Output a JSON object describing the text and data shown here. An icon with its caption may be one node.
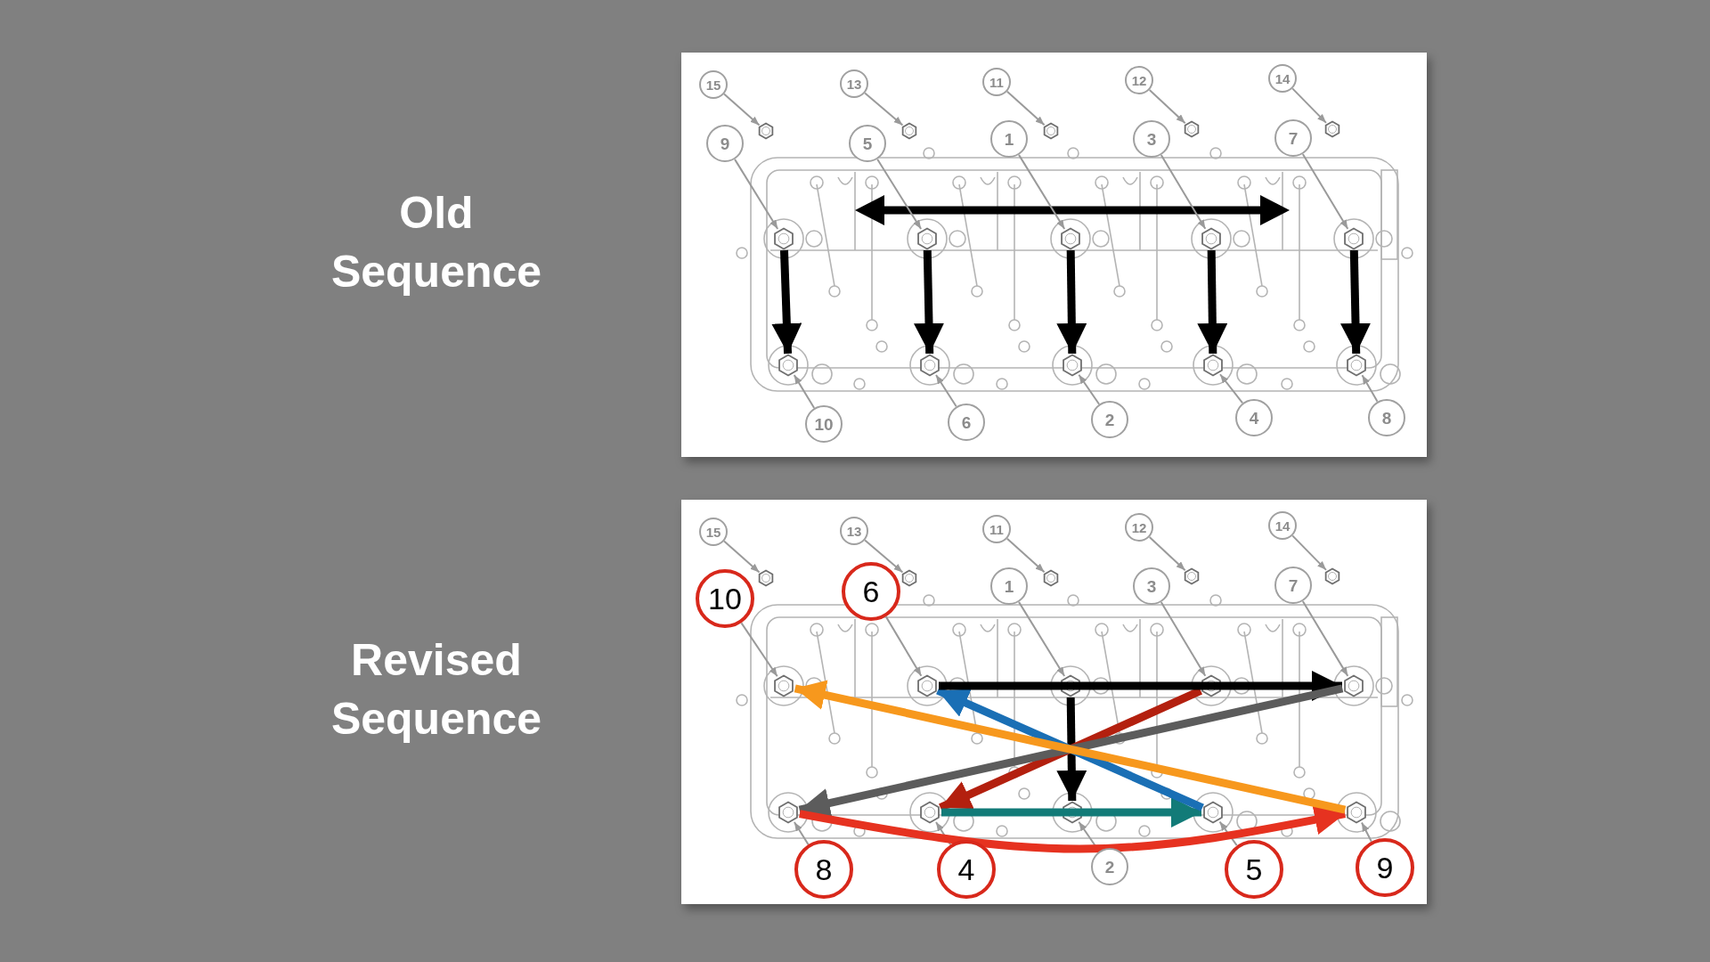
{
  "diagram": {
    "nodes": [
      {
        "text": [],
        "shape": "picture"
      },
      {
        "text": [
          "15"
        ],
        "in": 0
      },
      {
        "text": [
          "13"
        ],
        "in": 0
      },
      {
        "text": [
          "11"
        ],
        "in": 0
      },
      {
        "text": [
          "12"
        ],
        "in": 0
      },
      {
        "text": [
          "14"
        ],
        "in": 0
      },
      {
        "text": [
          "9"
        ],
        "in": 0
      },
      {
        "text": [
          "5"
        ],
        "in": 0
      },
      {
        "text": [
          "1"
        ],
        "in": 0
      },
      {
        "text": [
          "3"
        ],
        "in": 0
      },
      {
        "text": [
          "7"
        ],
        "in": 0
      },
      {
        "text": [
          "10"
        ],
        "in": 0
      },
      {
        "text": [
          "6"
        ],
        "in": 0
      },
      {
        "text": [
          "2"
        ],
        "in": 0
      },
      {
        "text": [
          "4"
        ],
        "in": 0
      },
      {
        "text": [
          "8"
        ],
        "in": 0
      },
      {
        "text": [],
        "shape": "hexagon",
        "in": 0
      },
      {
        "text": [],
        "shape": "hexagon",
        "in": 0
      },
      {
        "text": [],
        "shape": "hexagon",
        "in": 0
      },
      {
        "text": [],
        "shape": "hexagon",
        "in": 0
      },
      {
        "text": [],
        "shape": "hexagon",
        "in": 0
      },
      {
        "text": [],
        "shape": "hexagon",
        "in": 0
      },
      {
        "text": [],
        "shape": "hexagon",
        "in": 0
      },
      {
        "text": [],
        "shape": "hexagon",
        "in": 0
      },
      {
        "text": [],
        "shape": "hexagon",
        "in": 0
      },
      {
        "text": [],
        "shape": "hexagon",
        "in": 0
      },
      {
        "text": [],
        "shape": "hexagon",
        "in": 0
      },
      {
        "text": [],
        "shape": "hexagon",
        "in": 0
      },
      {
        "text": [],
        "shape": "hexagon",
        "in": 0
      },
      {
        "text": [],
        "shape": "hexagon",
        "in": 0
      },
      {
        "text": [],
        "shape": "hexagon",
        "in": 0
      },
      {
        "text": [],
        "shape": "picture"
      },
      {
        "text": [
          "15"
        ],
        "in": 31
      },
      {
        "text": [
          "13"
        ],
        "in": 31
      },
      {
        "text": [
          "11"
        ],
        "in": 31
      },
      {
        "text": [
          "12"
        ],
        "in": 31
      },
      {
        "text": [
          "14"
        ],
        "in": 31
      },
      {
        "text": [
          "10"
        ],
        "in": 31
      },
      {
        "text": [
          "6"
        ],
        "in": 31
      },
      {
        "text": [
          "1"
        ],
        "in": 31
      },
      {
        "text": [
          "3"
        ],
        "in": 31
      },
      {
        "text": [
          "7"
        ],
        "in": 31
      },
      {
        "text": [
          "8"
        ],
        "in": 31
      },
      {
        "text": [
          "4"
        ],
        "in": 31
      },
      {
        "text": [
          "2"
        ],
        "in": 31
      },
      {
        "text": [
          "5"
        ],
        "in": 31
      },
      {
        "text": [
          "9"
        ],
        "in": 31
      },
      {
        "text": [],
        "shape": "hexagon",
        "in": 31
      },
      {
        "text": [],
        "shape": "hexagon",
        "in": 31
      },
      {
        "text": [],
        "shape": "hexagon",
        "in": 31
      },
      {
        "text": [],
        "shape": "hexagon",
        "in": 31
      },
      {
        "text": [],
        "shape": "hexagon",
        "in": 31
      },
      {
        "text": [],
        "shape": "hexagon",
        "in": 31
      },
      {
        "text": [],
        "shape": "hexagon",
        "in": 31
      },
      {
        "text": [],
        "shape": "hexagon",
        "in": 31
      },
      {
        "text": [],
        "shape": "hexagon",
        "in": 31
      },
      {
        "text": [],
        "shape": "hexagon",
        "in": 31
      },
      {
        "text": [],
        "shape": "hexagon",
        "in": 31
      },
      {
        "text": [],
        "shape": "hexagon",
        "in": 31
      },
      {
        "text": [],
        "shape": "hexagon",
        "in": 31
      },
      {
        "text": [],
        "shape": "hexagon",
        "in": 31
      },
      {
        "text": [],
        "shape": "hexagon",
        "in": 31
      }
    ],
    "edges": [
      {
        "from": 1,
        "to": 16,
        "arrow": "to"
      },
      {
        "from": 2,
        "to": 17,
        "arrow": "to"
      },
      {
        "from": 3,
        "to": 18,
        "arrow": "to"
      },
      {
        "from": 4,
        "to": 19,
        "arrow": "to"
      },
      {
        "from": 5,
        "to": 20,
        "arrow": "to"
      },
      {
        "from": 6,
        "to": 21,
        "arrow": "to"
      },
      {
        "from": 7,
        "to": 22,
        "arrow": "to"
      },
      {
        "from": 8,
        "to": 23,
        "arrow": "to"
      },
      {
        "from": 9,
        "to": 24,
        "arrow": "to"
      },
      {
        "from": 10,
        "to": 25,
        "arrow": "to"
      },
      {
        "from": 11,
        "to": 26,
        "arrow": "to"
      },
      {
        "from": 12,
        "to": 27,
        "arrow": "to"
      },
      {
        "from": 13,
        "to": 28,
        "arrow": "to"
      },
      {
        "from": 14,
        "to": 29,
        "arrow": "to"
      },
      {
        "from": 15,
        "to": 30,
        "arrow": "to"
      },
      {
        "from": 32,
        "to": 47,
        "arrow": "to"
      },
      {
        "from": 33,
        "to": 48,
        "arrow": "to"
      },
      {
        "from": 34,
        "to": 49,
        "arrow": "to"
      },
      {
        "from": 35,
        "to": 50,
        "arrow": "to"
      },
      {
        "from": 36,
        "to": 51,
        "arrow": "to"
      },
      {
        "from": 37,
        "to": 52,
        "arrow": "to"
      },
      {
        "from": 38,
        "to": 53,
        "arrow": "to"
      },
      {
        "from": 39,
        "to": 54,
        "arrow": "to"
      },
      {
        "from": 40,
        "to": 55,
        "arrow": "to"
      },
      {
        "from": 41,
        "to": 56,
        "arrow": "to"
      },
      {
        "from": 42,
        "to": 57,
        "arrow": "to"
      },
      {
        "from": 43,
        "to": 58,
        "arrow": "to"
      },
      {
        "from": 44,
        "to": 59,
        "arrow": "to"
      },
      {
        "from": 45,
        "to": 60,
        "arrow": "to"
      },
      {
        "from": 46,
        "to": 61,
        "arrow": "to"
      },
      {
        "from": 21,
        "to": 26,
        "arrow": "to",
        "style": "thick",
        "color": "#000000"
      },
      {
        "from": 22,
        "to": 27,
        "arrow": "to",
        "style": "thick",
        "color": "#000000"
      },
      {
        "from": 23,
        "to": 28,
        "arrow": "to",
        "style": "thick",
        "color": "#000000"
      },
      {
        "from": 24,
        "to": 29,
        "arrow": "to",
        "style": "thick",
        "color": "#000000"
      },
      {
        "from": 25,
        "to": 30,
        "arrow": "to",
        "style": "thick",
        "color": "#000000"
      },
      {
        "from": 54,
        "to": 59,
        "arrow": "to",
        "style": "thick",
        "color": "#000000"
      },
      {
        "from": 55,
        "to": 58,
        "arrow": "to",
        "style": "thick",
        "color": "#b3200f"
      },
      {
        "from": 58,
        "to": 60,
        "arrow": "to",
        "style": "thick",
        "color": "#127b78"
      },
      {
        "from": 60,
        "to": 53,
        "arrow": "to",
        "style": "thick",
        "color": "#1a6fb5"
      },
      {
        "from": 53,
        "to": 56,
        "arrow": "to",
        "style": "thick",
        "color": "#000000"
      },
      {
        "from": 56,
        "to": 57,
        "arrow": "to",
        "style": "thick",
        "color": "#5c5c5c"
      },
      {
        "from": 57,
        "to": 61,
        "arrow": "to",
        "style": "thick",
        "color": "#e63220"
      },
      {
        "from": 61,
        "to": 52,
        "arrow": "to",
        "style": "thick",
        "color": "#f7981d"
      }
    ],
    "labels": [
      "Old Sequence",
      "Revised Sequence"
    ]
  }
}
